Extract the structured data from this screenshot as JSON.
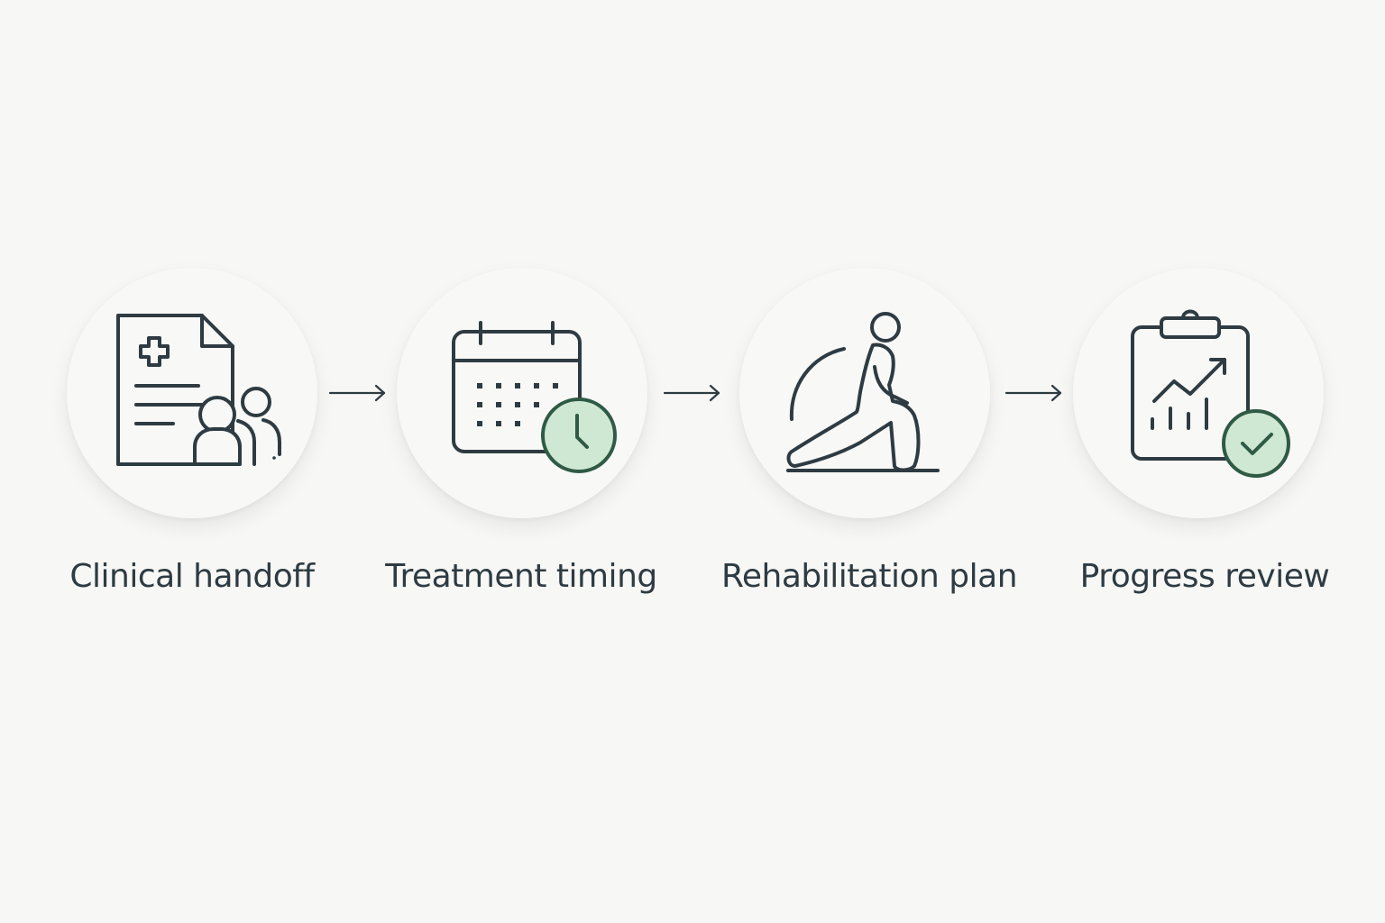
{
  "diagram": {
    "steps": [
      {
        "label": "Clinical handoff",
        "icon": "medical-document-people-icon"
      },
      {
        "label": "Treatment timing",
        "icon": "calendar-clock-icon"
      },
      {
        "label": "Rehabilitation plan",
        "icon": "stretching-person-icon"
      },
      {
        "label": "Progress review",
        "icon": "clipboard-chart-check-icon"
      }
    ],
    "connectors": [
      "arrow-right-icon",
      "arrow-right-icon",
      "arrow-right-icon"
    ],
    "colors": {
      "background": "#f7f7f5",
      "stroke": "#2e3b42",
      "accent_fill": "#cfe8d4",
      "accent_stroke": "#2f5a45"
    }
  }
}
